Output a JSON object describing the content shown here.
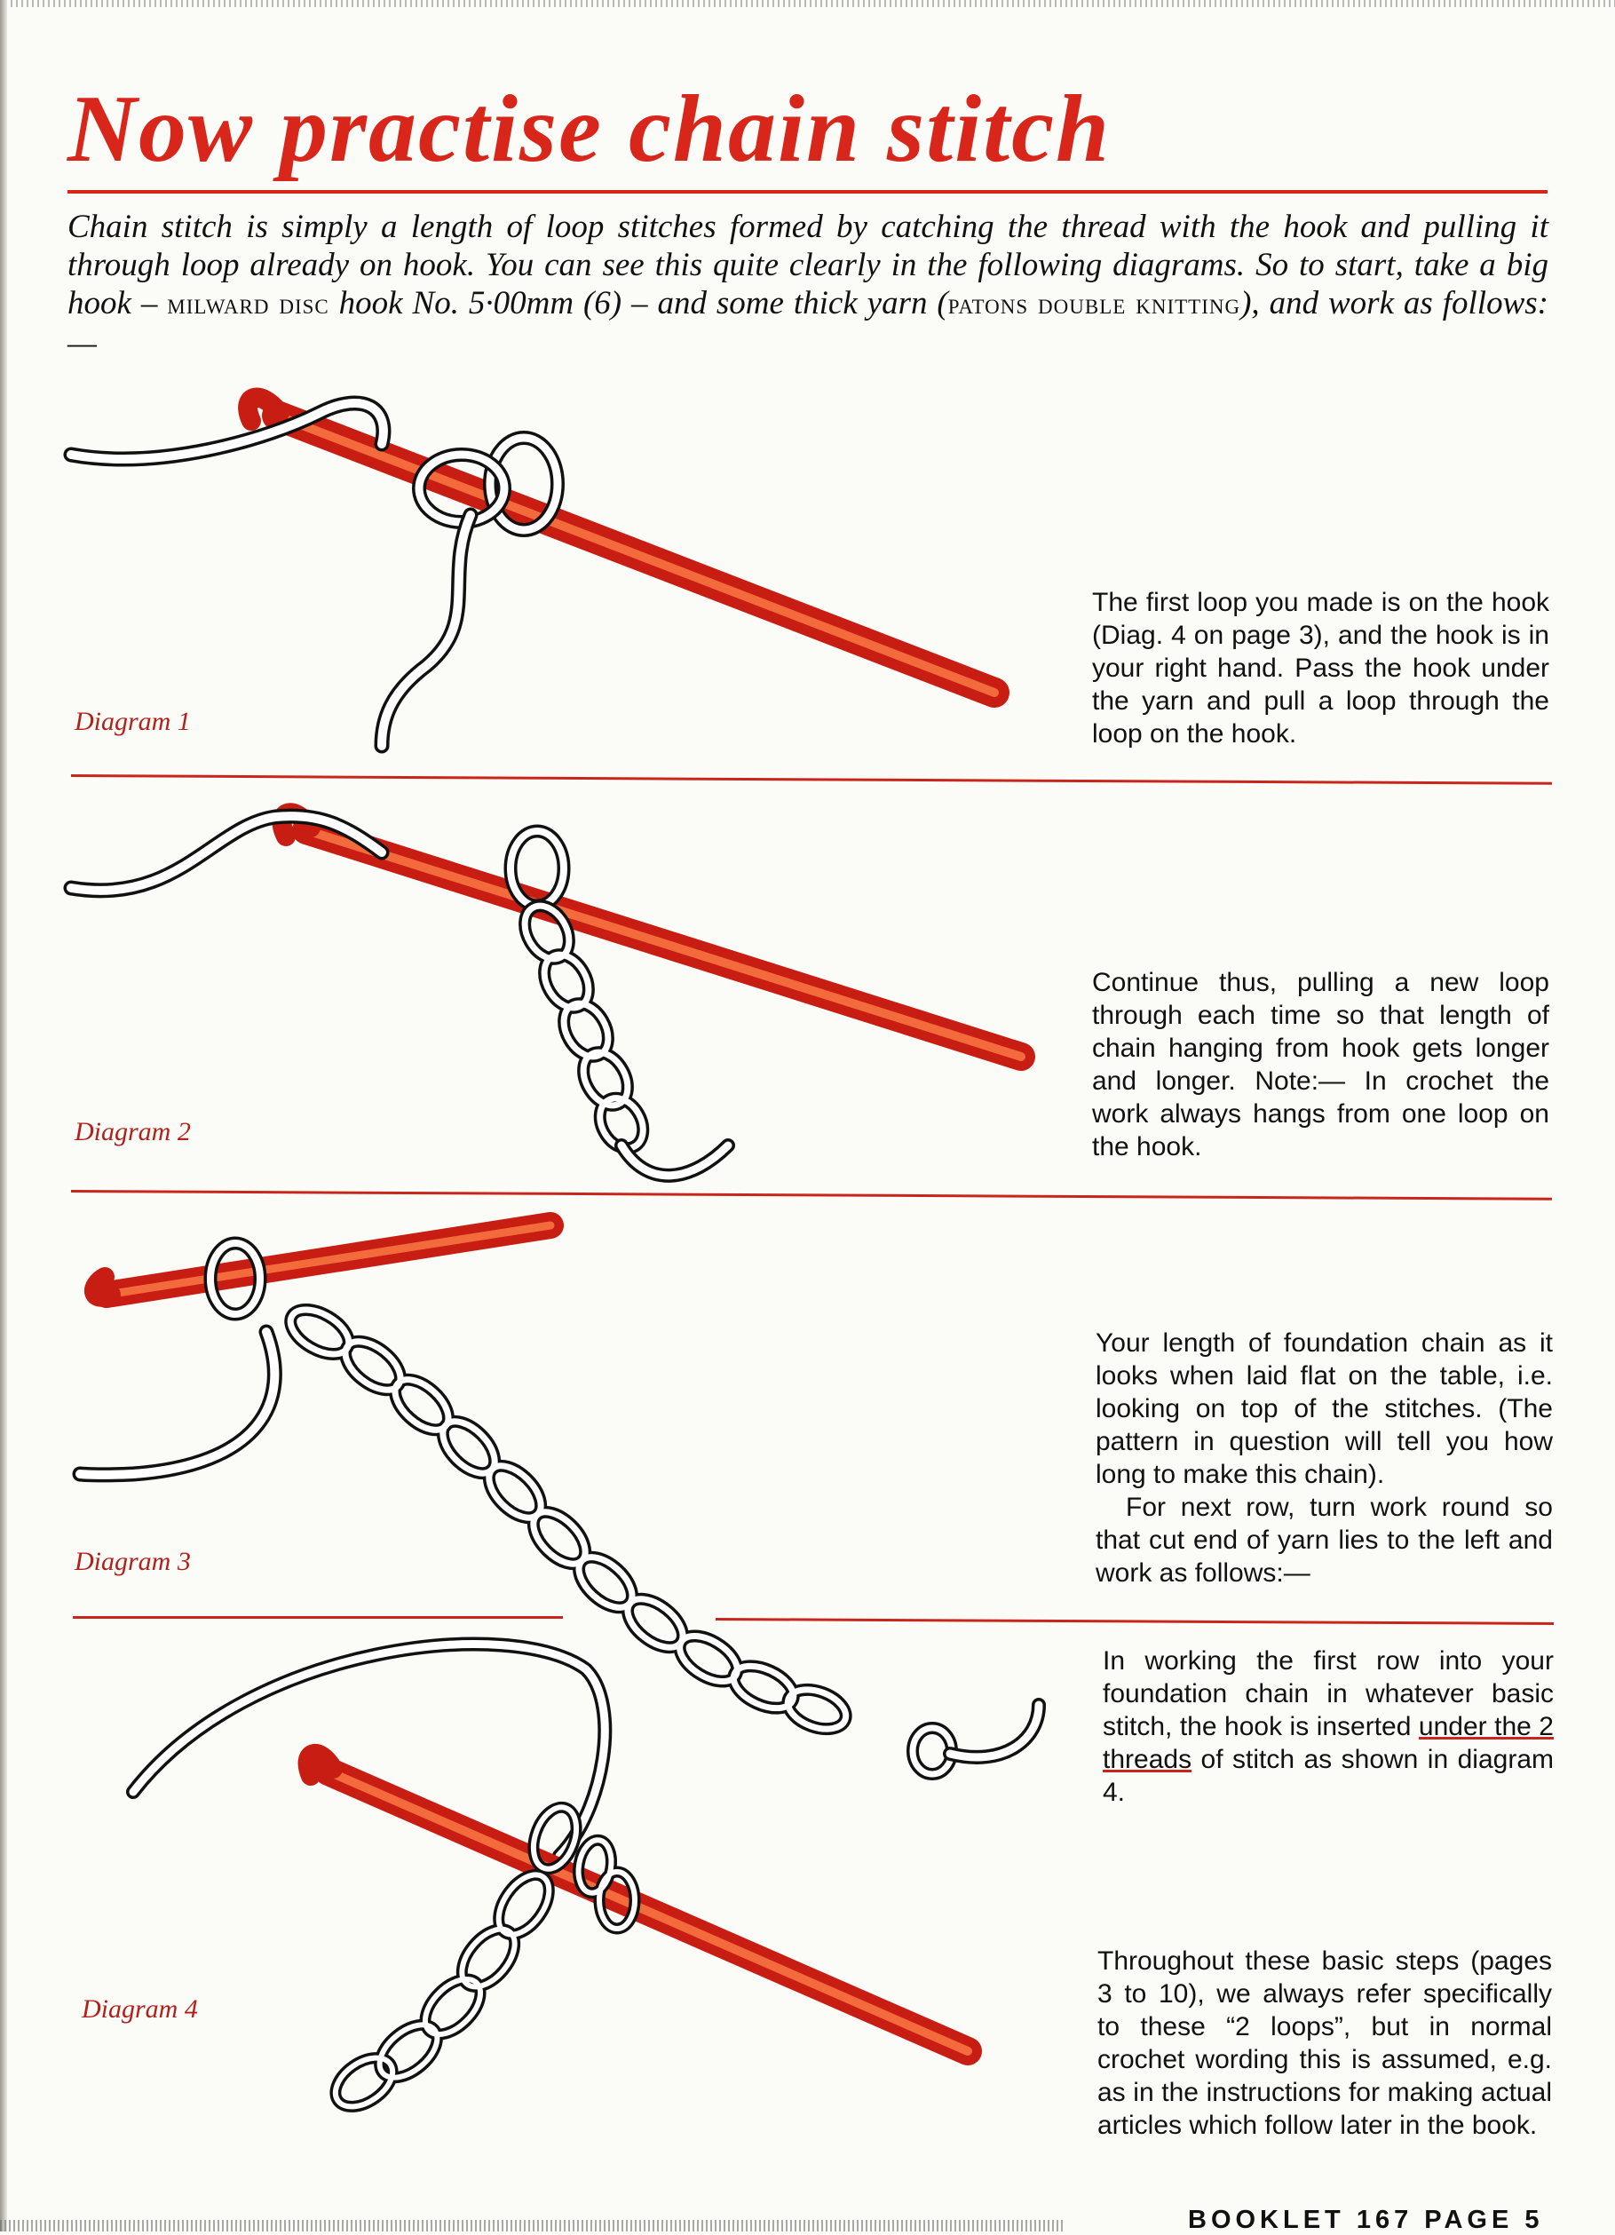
{
  "title": "Now practise chain stitch",
  "intro": {
    "part1": "Chain stitch is simply a length of loop stitches formed by catching the thread with the hook and pulling it through loop already on hook. You can see this quite clearly in the following diagrams. So to start, take a big hook – ",
    "brand1": "milward disc",
    "part2": " hook No. 5·00mm (6) – and some thick yarn (",
    "brand2": "patons double knitting",
    "part3": "), and work as follows:—"
  },
  "diagrams": [
    {
      "label": "Diagram 1",
      "caption": "The first loop you made is on the hook (Diag. 4 on page 3), and the hook is in your right hand. Pass the hook under the yarn and pull a loop through the loop on the hook."
    },
    {
      "label": "Diagram 2",
      "caption": "Continue thus, pulling a new loop through each time so that length of chain hanging from hook gets longer and longer. Note:— In crochet the work always hangs from one loop on the hook."
    },
    {
      "label": "Diagram 3",
      "caption": "Your length of foundation chain as it looks when laid flat on the table, i.e. looking on top of the stitches. (The pattern in question will tell you how long to make this chain).",
      "caption2": "For next row, turn work round so that cut end of yarn lies to the left and work as follows:—"
    },
    {
      "label": "Diagram 4",
      "caption_start": "In working the first row into your foundation chain in whatever basic stitch, the hook is inserted ",
      "caption_underlined": "under the 2 threads",
      "caption_end": " of stitch as shown in diagram 4.",
      "caption2": "Throughout these basic steps (pages 3 to 10), we always refer specifically to these “2 loops”, but in normal crochet wording this is assumed, e.g. as in the instructions for making actual articles which follow later in the book."
    }
  ],
  "footer": "BOOKLET 167 PAGE 5",
  "colors": {
    "accent": "#d8261b",
    "hook": "#e0301e"
  }
}
